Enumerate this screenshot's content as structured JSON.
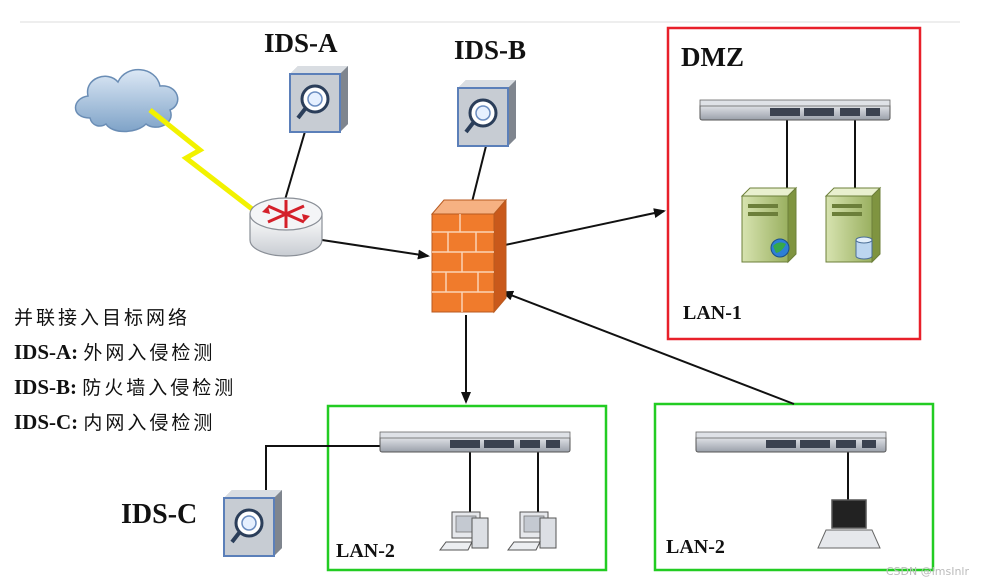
{
  "nodes": {
    "ids_a": "IDS-A",
    "ids_b": "IDS-B",
    "ids_c": "IDS-C",
    "dmz": "DMZ",
    "lan1": "LAN-1",
    "lan2_left": "LAN-2",
    "lan2_right": "LAN-2"
  },
  "legend": {
    "title": "并联接入目标网络",
    "rows": [
      {
        "key": "IDS-A:",
        "value": "外网入侵检测"
      },
      {
        "key": "IDS-B:",
        "value": "防火墙入侵检测"
      },
      {
        "key": "IDS-C:",
        "value": "内网入侵检测"
      }
    ]
  },
  "colors": {
    "dmz_border": "#e8202a",
    "lan_border": "#22cc22",
    "firewall": "#f07b2c",
    "lightning": "#f2f200"
  },
  "watermark": "CSDN @lmsInlr"
}
